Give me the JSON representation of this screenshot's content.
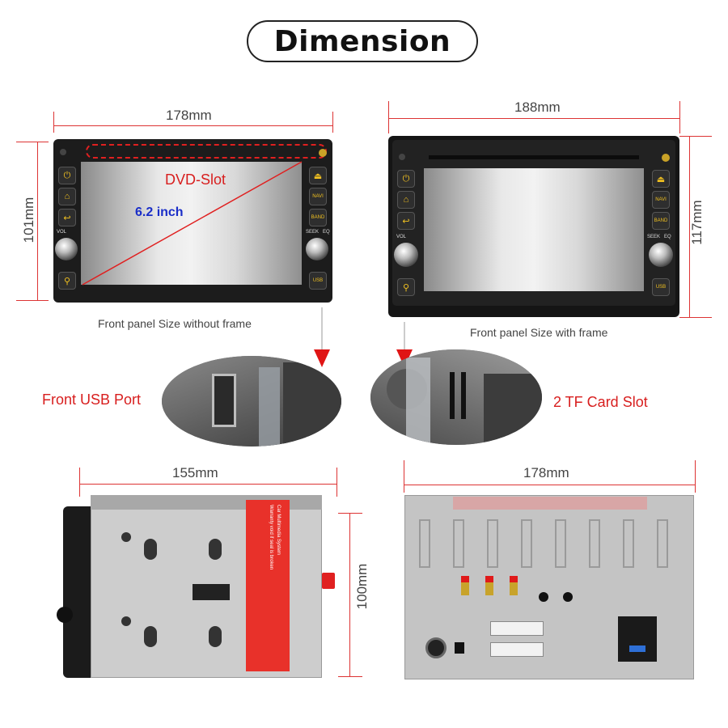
{
  "title": "Dimension",
  "top_left": {
    "width": "178mm",
    "height": "101mm",
    "slot_label": "DVD-Slot",
    "screen_size": "6.2 inch",
    "caption": "Front panel Size without frame"
  },
  "top_right": {
    "width": "188mm",
    "height": "117mm",
    "caption": "Front panel Size with frame"
  },
  "panel_labels": {
    "vol": "VOL",
    "seek": "SEEK",
    "eq": "EQ",
    "navi": "NAVI",
    "band": "BAND",
    "usb": "USB"
  },
  "detail_left": "Front USB Port",
  "detail_right": "2 TF Card Slot",
  "bottom_left": {
    "width": "155mm",
    "height": "100mm",
    "sticker_lines": [
      "Car Multimedia System",
      "Warranty void if seal is broken"
    ]
  },
  "bottom_right": {
    "width": "178mm"
  },
  "colors": {
    "accent_red": "#d81e1e",
    "dimension_line": "#d33",
    "title_border": "#222222"
  }
}
